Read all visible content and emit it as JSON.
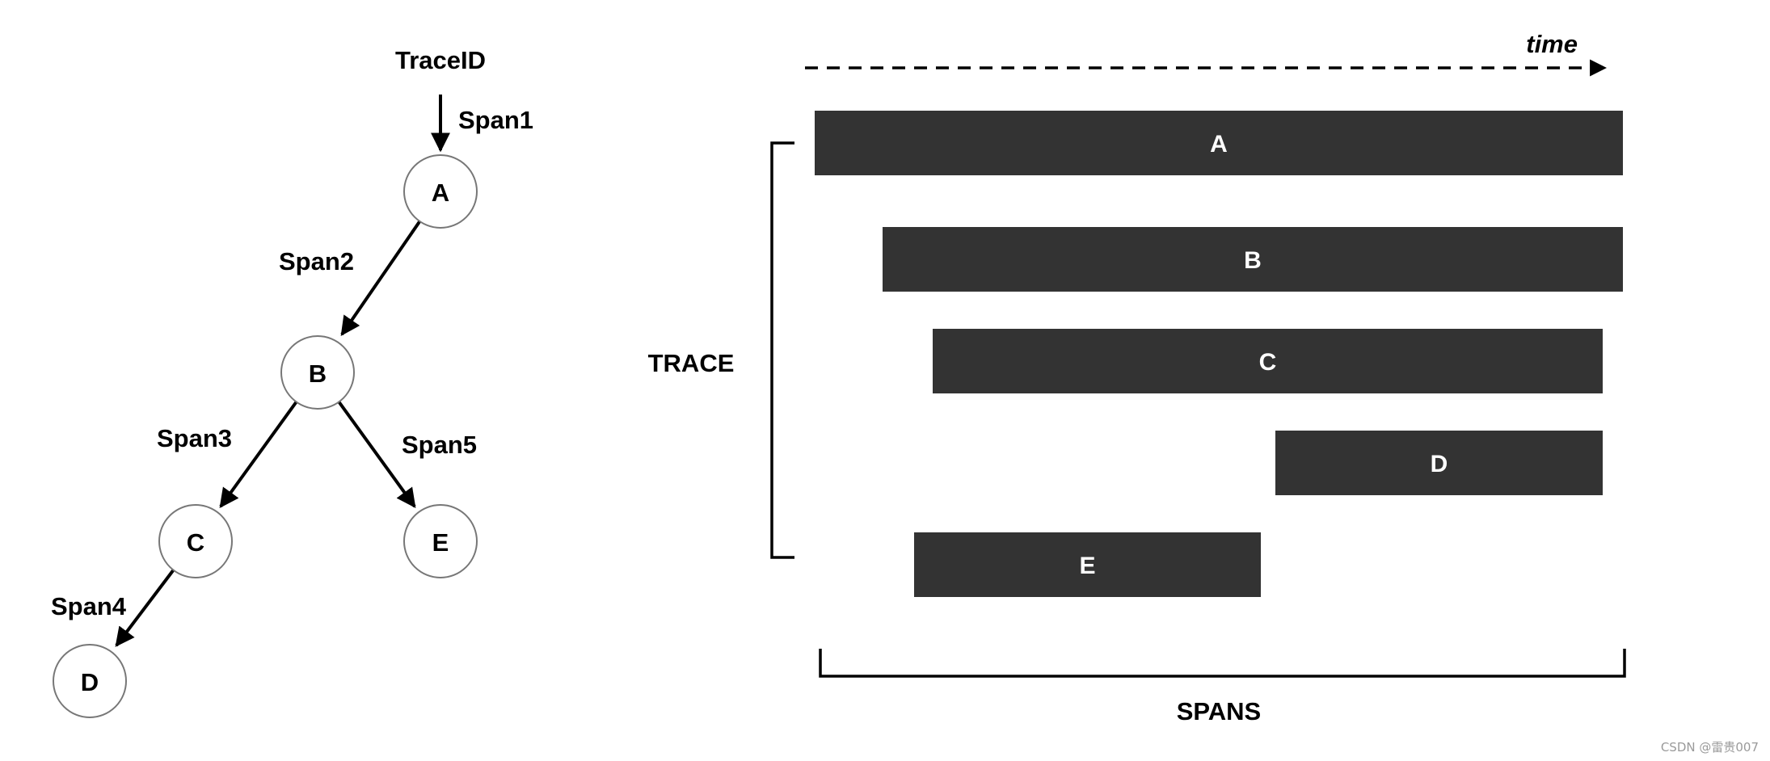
{
  "tree": {
    "root_label": "TraceID",
    "nodes": [
      {
        "id": "A",
        "label": "A"
      },
      {
        "id": "B",
        "label": "B"
      },
      {
        "id": "C",
        "label": "C"
      },
      {
        "id": "E",
        "label": "E"
      },
      {
        "id": "D",
        "label": "D"
      }
    ],
    "edges": [
      {
        "from": "TraceID",
        "to": "A",
        "label": "Span1"
      },
      {
        "from": "A",
        "to": "B",
        "label": "Span2"
      },
      {
        "from": "B",
        "to": "C",
        "label": "Span3"
      },
      {
        "from": "C",
        "to": "D",
        "label": "Span4"
      },
      {
        "from": "B",
        "to": "E",
        "label": "Span5"
      }
    ]
  },
  "timeline": {
    "axis_label": "time",
    "trace_label": "TRACE",
    "spans_label": "SPANS",
    "bars": [
      {
        "label": "A",
        "start": 0.0,
        "end": 1.0
      },
      {
        "label": "B",
        "start": 0.084,
        "end": 1.0
      },
      {
        "label": "C",
        "start": 0.146,
        "end": 0.975
      },
      {
        "label": "D",
        "start": 0.57,
        "end": 0.975
      },
      {
        "label": "E",
        "start": 0.123,
        "end": 0.552
      }
    ]
  },
  "watermark": "CSDN @雷贵007",
  "colors": {
    "bar_fill": "#333333",
    "bar_text": "#ffffff",
    "node_stroke": "#777777",
    "line": "#000000"
  }
}
